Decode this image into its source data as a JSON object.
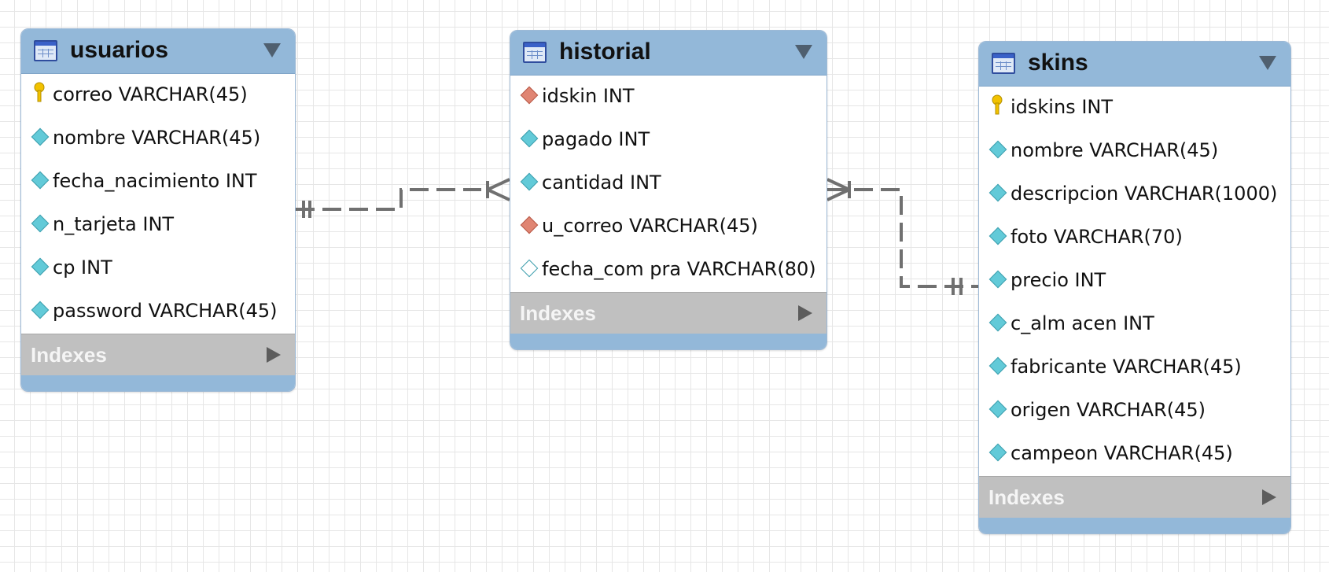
{
  "tables": [
    {
      "name": "usuarios",
      "columns": [
        {
          "text": "correo VARCHAR(45)",
          "icon": "primary-key-icon"
        },
        {
          "text": "nombre VARCHAR(45)",
          "icon": "not-null-column-icon"
        },
        {
          "text": "fecha_nacimiento INT",
          "icon": "not-null-column-icon"
        },
        {
          "text": "n_tarjeta INT",
          "icon": "not-null-column-icon"
        },
        {
          "text": "cp INT",
          "icon": "not-null-column-icon"
        },
        {
          "text": "password VARCHAR(45)",
          "icon": "not-null-column-icon"
        }
      ],
      "indexes_label": "Indexes"
    },
    {
      "name": "historial",
      "columns": [
        {
          "text": "idskin INT",
          "icon": "foreign-key-icon"
        },
        {
          "text": "pagado INT",
          "icon": "not-null-column-icon"
        },
        {
          "text": "cantidad INT",
          "icon": "not-null-column-icon"
        },
        {
          "text": "u_correo VARCHAR(45)",
          "icon": "foreign-key-icon"
        },
        {
          "text": "fecha_com pra VARCHAR(80)",
          "icon": "nullable-column-icon"
        }
      ],
      "indexes_label": "Indexes"
    },
    {
      "name": "skins",
      "columns": [
        {
          "text": "idskins INT",
          "icon": "primary-key-icon"
        },
        {
          "text": "nombre VARCHAR(45)",
          "icon": "not-null-column-icon"
        },
        {
          "text": "descripcion VARCHAR(1000)",
          "icon": "not-null-column-icon"
        },
        {
          "text": "foto VARCHAR(70)",
          "icon": "not-null-column-icon"
        },
        {
          "text": "precio INT",
          "icon": "not-null-column-icon"
        },
        {
          "text": "c_alm acen INT",
          "icon": "not-null-column-icon"
        },
        {
          "text": "fabricante VARCHAR(45)",
          "icon": "not-null-column-icon"
        },
        {
          "text": "origen VARCHAR(45)",
          "icon": "not-null-column-icon"
        },
        {
          "text": "campeon VARCHAR(45)",
          "icon": "not-null-column-icon"
        }
      ],
      "indexes_label": "Indexes"
    }
  ],
  "relationships": [
    {
      "from": "usuarios",
      "to": "historial",
      "cardinality": "one-to-many"
    },
    {
      "from": "skins",
      "to": "historial",
      "cardinality": "one-to-many"
    }
  ],
  "colors": {
    "header": "#93b8d9",
    "not_null": "#62cad8",
    "foreign_key": "#e08573",
    "primary_key": "#f2c200",
    "indexes_bar": "#c0c0c0",
    "connector": "#707070"
  }
}
